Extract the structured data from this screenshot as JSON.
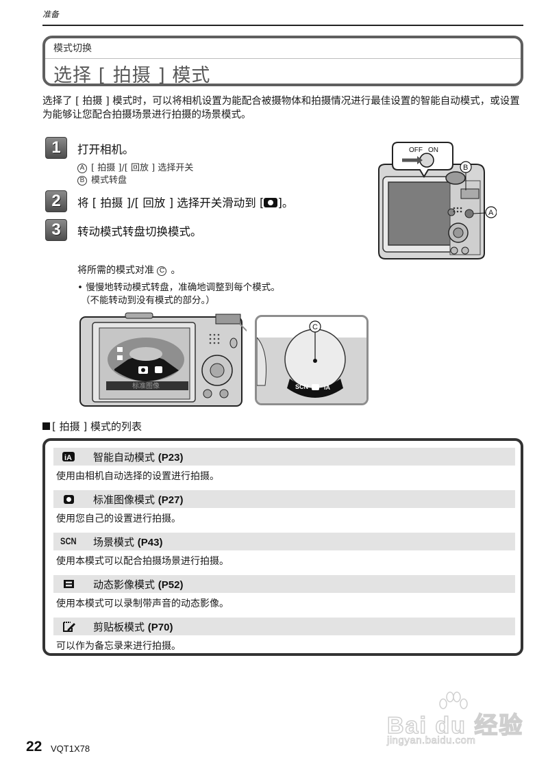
{
  "running_header": "准备",
  "title_box": {
    "kicker": "模式切换",
    "title": "选择 [ 拍摄 ] 模式"
  },
  "intro": "选择了 [ 拍摄 ] 模式时，可以将相机设置为能配合被摄物体和拍摄情况进行最佳设置的智能自动模式，或设置为能够让您配合拍摄场景进行拍摄的场景模式。",
  "steps": [
    {
      "number": "1",
      "text": "打开相机。",
      "sub_items": [
        {
          "marker": "A",
          "text": "[ 拍摄 ]/[ 回放 ] 选择开关"
        },
        {
          "marker": "B",
          "text": "模式转盘"
        }
      ]
    },
    {
      "number": "2",
      "text_before": "将 [ 拍摄 ]/[ 回放 ] 选择开关滑动到 [",
      "icon": "camera-icon",
      "text_after": "]。"
    },
    {
      "number": "3",
      "text": "转动模式转盘切换模式。"
    }
  ],
  "notes": {
    "align": "将所需的模式对准",
    "align_marker": "C",
    "align_end": "。",
    "bullet": "• 慢慢地转动模式转盘，准确地调整到每个模式。",
    "paren": "（不能转动到没有模式的部分。）"
  },
  "illustration_top": {
    "switch_off": "OFF",
    "switch_on": "ON",
    "label_b": "B",
    "label_a": "A"
  },
  "illustration_bottom": {
    "screen_caption": "标准图像",
    "label_c": "C",
    "dial_labels": [
      "SCN",
      "iA"
    ]
  },
  "mode_list": {
    "heading": "[ 拍摄 ] 模式的列表",
    "items": [
      {
        "icon": "intelligent-auto-icon",
        "name": "智能自动模式 ",
        "page": "(P23)",
        "desc": "使用由相机自动选择的设置进行拍摄。"
      },
      {
        "icon": "camera-icon",
        "name": "标准图像模式 ",
        "page": "(P27)",
        "desc": "使用您自己的设置进行拍摄。"
      },
      {
        "icon": "scene-icon",
        "icon_text": "SCN",
        "name": "场景模式 ",
        "page": "(P43)",
        "desc": "使用本模式可以配合拍摄场景进行拍摄。"
      },
      {
        "icon": "motion-picture-icon",
        "name": "动态影像模式 ",
        "page": "(P52)",
        "desc": "使用本模式可以录制带声音的动态影像。"
      },
      {
        "icon": "clipboard-icon",
        "name": "剪贴板模式 ",
        "page": "(P70)",
        "desc": "可以作为备忘录来进行拍摄。"
      }
    ]
  },
  "footer": {
    "page_number": "22",
    "doc_code": "VQT1X78"
  },
  "watermark": {
    "logo": "Bai du 经验",
    "url": "jingyan.baidu.com"
  }
}
